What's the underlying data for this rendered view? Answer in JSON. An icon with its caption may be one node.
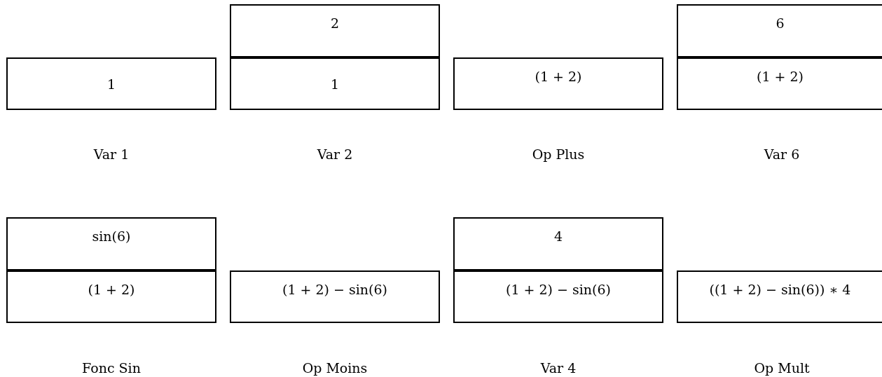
{
  "diagram": {
    "nodes": [
      {
        "text": [
          "1"
        ],
        "beside": [
          "Var 1"
        ]
      },
      {
        "text": [
          "2"
        ]
      },
      {
        "text": [
          "1"
        ],
        "beside": [
          "Var 2"
        ]
      },
      {
        "text": [
          "(1 + 2)"
        ],
        "beside": [
          "Op Plus"
        ]
      },
      {
        "text": [
          "6"
        ]
      },
      {
        "text": [
          "(1 + 2)"
        ],
        "beside": [
          "Var 6"
        ]
      },
      {
        "text": [
          "sin(6)"
        ]
      },
      {
        "text": [
          "(1 + 2)"
        ],
        "beside": [
          "Fonc Sin"
        ]
      },
      {
        "text": [
          "(1 + 2) − sin(6)"
        ],
        "beside": [
          "Op Moins"
        ]
      },
      {
        "text": [
          "4"
        ]
      },
      {
        "text": [
          "(1 + 2) − sin(6)"
        ],
        "beside": [
          "Var 4"
        ]
      },
      {
        "text": [
          "((1 + 2) − sin(6)) ∗ 4"
        ],
        "beside": [
          "Op Mult"
        ]
      }
    ]
  }
}
